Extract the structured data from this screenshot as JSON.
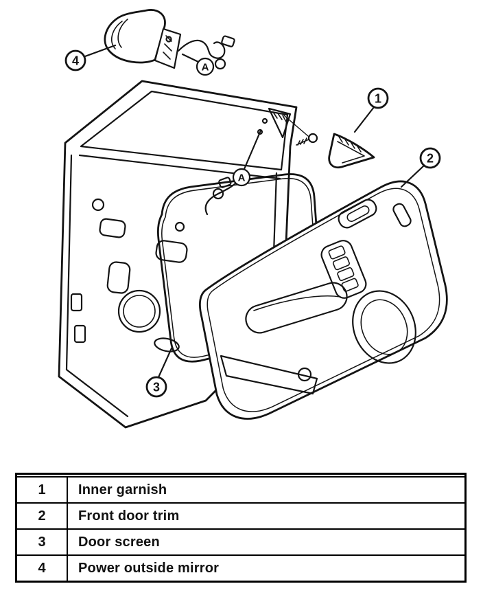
{
  "diagram": {
    "point_label": "A",
    "callouts": [
      {
        "num": "1",
        "target": "inner-garnish"
      },
      {
        "num": "2",
        "target": "front-door-trim"
      },
      {
        "num": "3",
        "target": "door-screen"
      },
      {
        "num": "4",
        "target": "power-outside-mirror"
      }
    ]
  },
  "legend": {
    "rows": [
      {
        "num": "1",
        "label": "Inner garnish"
      },
      {
        "num": "2",
        "label": "Front door trim"
      },
      {
        "num": "3",
        "label": "Door screen"
      },
      {
        "num": "4",
        "label": "Power outside mirror"
      }
    ]
  },
  "colors": {
    "ink": "#141414",
    "background": "#ffffff"
  }
}
